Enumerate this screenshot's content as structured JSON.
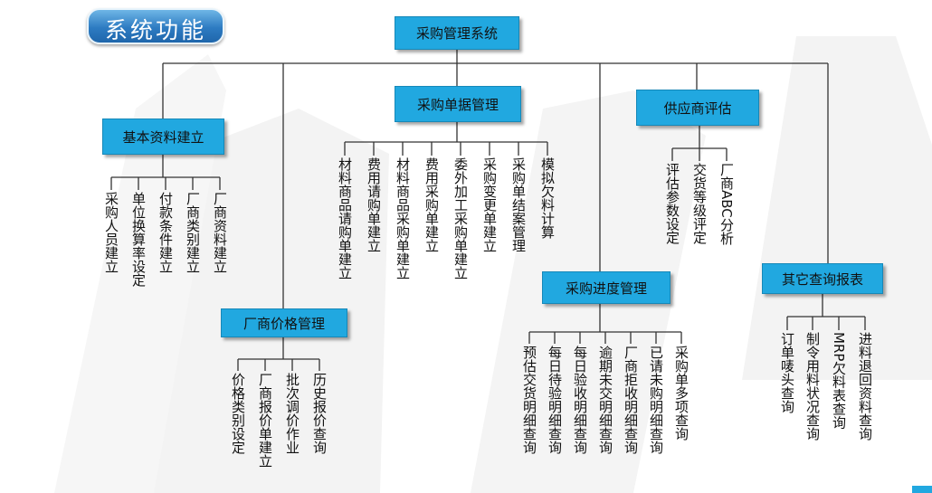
{
  "header": {
    "title": "系统功能"
  },
  "root": {
    "label": "采购管理系统"
  },
  "branches": {
    "basic": {
      "label": "基本资料建立",
      "items": [
        "采购人员建立",
        "单位换算率设定",
        "付款条件建立",
        "厂商类别建立",
        "厂商资料建立"
      ]
    },
    "price": {
      "label": "厂商价格管理",
      "items": [
        "价格类别设定",
        "厂商报价单建立",
        "批次调价作业",
        "历史报价查询"
      ]
    },
    "docs": {
      "label": "采购单据管理",
      "items": [
        "材料商品请购单建立",
        "费用请购单建立",
        "材料商品采购单建立",
        "费用采购单建立",
        "委外加工采购单建立",
        "采购变更单建立",
        "采购单结案管理",
        "模拟欠料计算"
      ]
    },
    "progress": {
      "label": "采购进度管理",
      "items": [
        "预估交货明细查询",
        "每日待验明细查询",
        "每日验收明细查询",
        "逾期未交明细查询",
        "厂商拒收明细查询",
        "已请未购明细查询",
        "采购单多项查询"
      ]
    },
    "supplier": {
      "label": "供应商评估",
      "items": [
        "评估参数设定",
        "交货等级评定",
        "厂商ABC分析"
      ]
    },
    "reports": {
      "label": "其它查询报表",
      "items": [
        "订单唛头查询",
        "制令用料状况查询",
        "MRP欠料表查询",
        "进料退回资料查询"
      ]
    }
  }
}
